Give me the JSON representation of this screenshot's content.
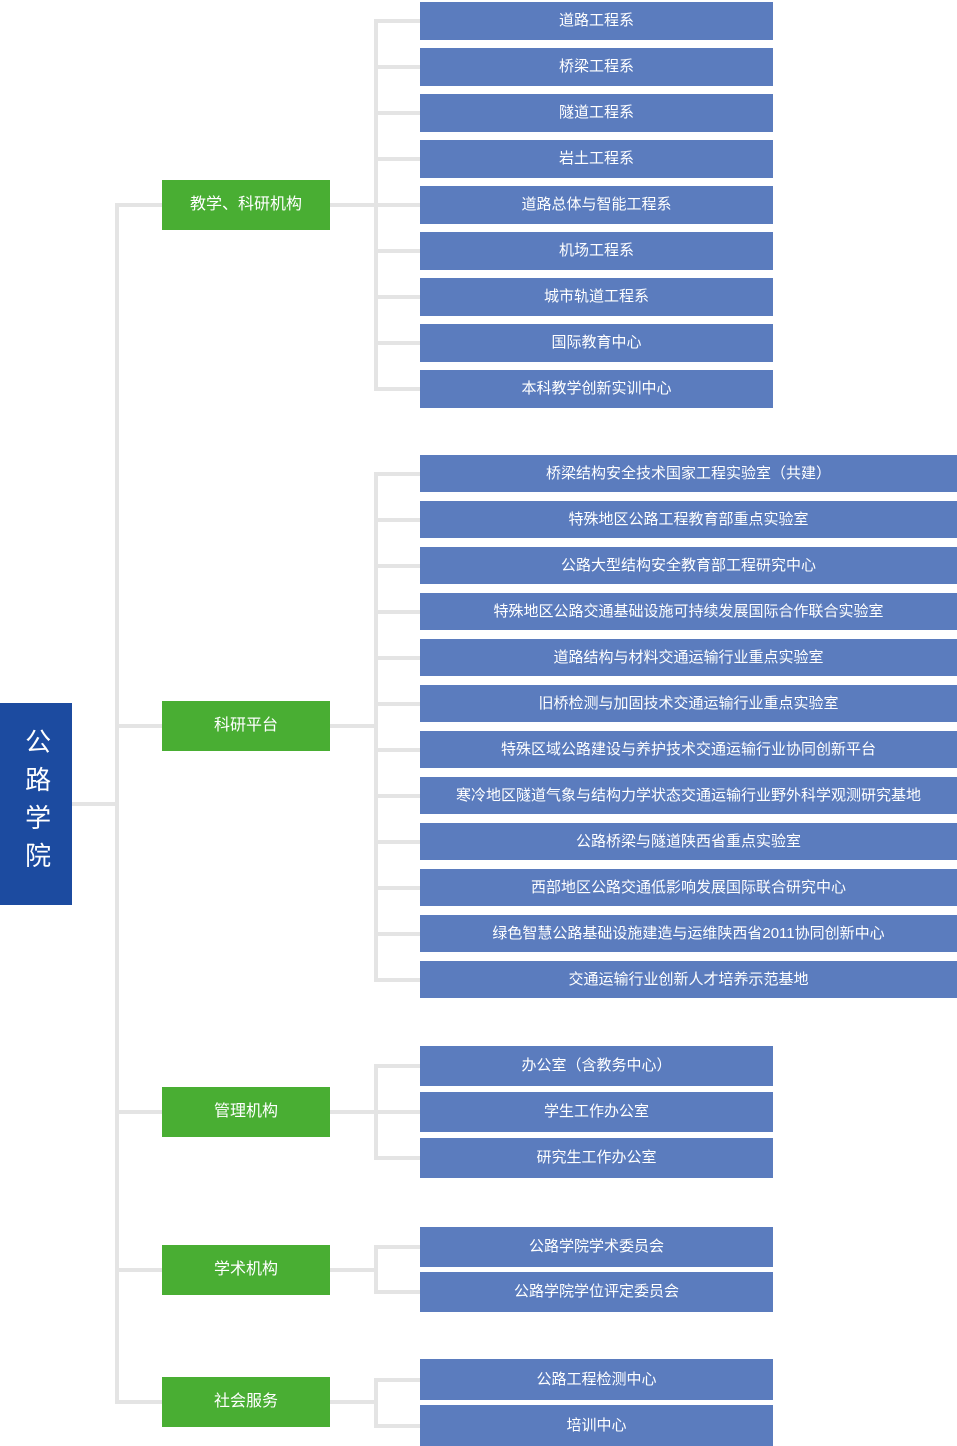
{
  "root": {
    "label": "公路学院"
  },
  "colors": {
    "root_bg": "#1c4ba0",
    "category_bg": "#49ae33",
    "unit_bg": "#5b7cbe",
    "connector": "#e4e4e4",
    "text": "#ffffff"
  },
  "groups": [
    {
      "label": "教学、科研机构",
      "children": [
        "道路工程系",
        "桥梁工程系",
        "隧道工程系",
        "岩土工程系",
        "道路总体与智能工程系",
        "机场工程系",
        "城市轨道工程系",
        "国际教育中心",
        "本科教学创新实训中心"
      ]
    },
    {
      "label": "科研平台",
      "children": [
        "桥梁结构安全技术国家工程实验室（共建）",
        "特殊地区公路工程教育部重点实验室",
        "公路大型结构安全教育部工程研究中心",
        "特殊地区公路交通基础设施可持续发展国际合作联合实验室",
        "道路结构与材料交通运输行业重点实验室",
        "旧桥检测与加固技术交通运输行业重点实验室",
        "特殊区域公路建设与养护技术交通运输行业协同创新平台",
        "寒冷地区隧道气象与结构力学状态交通运输行业野外科学观测研究基地",
        "公路桥梁与隧道陕西省重点实验室",
        "西部地区公路交通低影响发展国际联合研究中心",
        "绿色智慧公路基础设施建造与运维陕西省2011协同创新中心",
        "交通运输行业创新人才培养示范基地"
      ]
    },
    {
      "label": "管理机构",
      "children": [
        "办公室（含教务中心）",
        "学生工作办公室",
        "研究生工作办公室"
      ]
    },
    {
      "label": "学术机构",
      "children": [
        "公路学院学术委员会",
        "公路学院学位评定委员会"
      ]
    },
    {
      "label": "社会服务",
      "children": [
        "公路工程检测中心",
        "培训中心"
      ]
    }
  ]
}
